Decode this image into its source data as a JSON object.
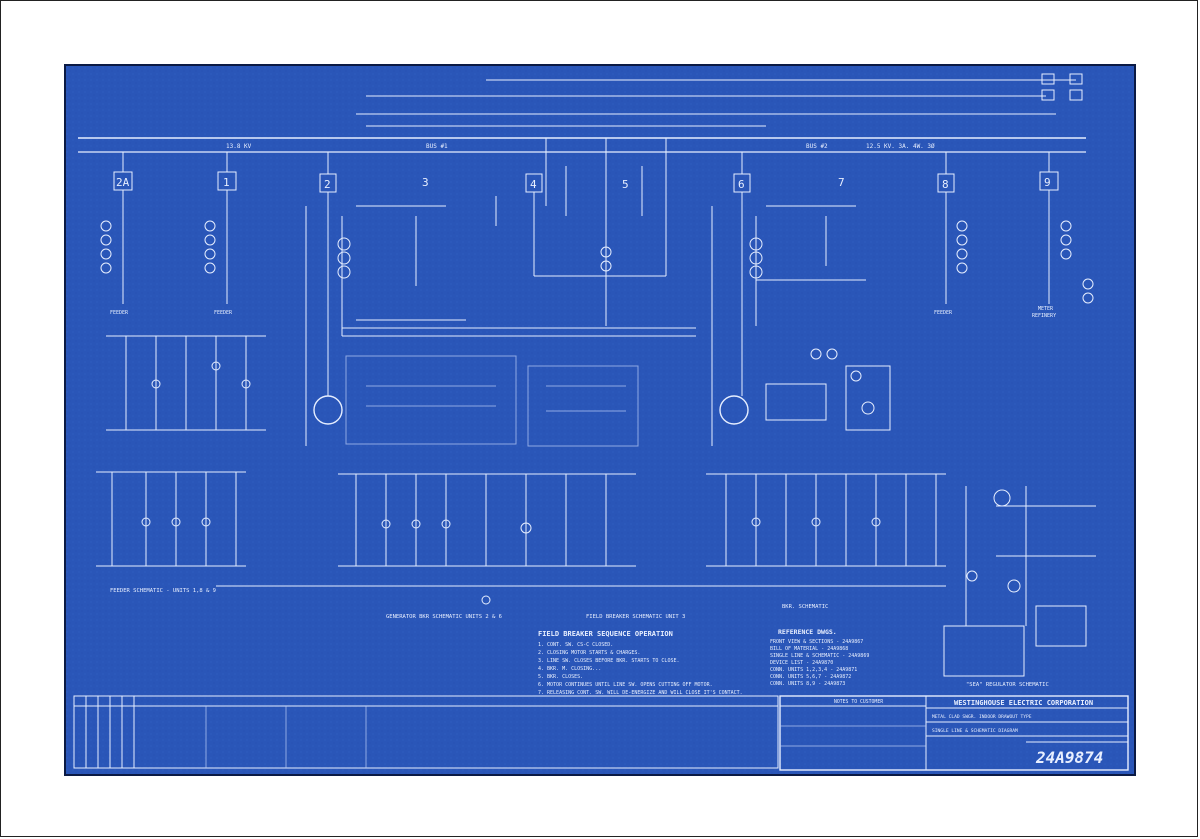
{
  "units": [
    "2A",
    "1",
    "2",
    "3",
    "4",
    "5",
    "6",
    "7",
    "8",
    "9"
  ],
  "feeder_labels": [
    "FEEDER",
    "FEEDER",
    "FEEDER"
  ],
  "meter_labels": [
    "METER",
    "REFINERY"
  ],
  "bus_labels": {
    "top1": "13.8 KV",
    "top2": "BUS #1",
    "top3": "BUS #2",
    "top4": "12.5 KV. 3A. 4W. 3Ø"
  },
  "schematic_captions": [
    "FEEDER SCHEMATIC - UNITS 1,8 & 9",
    "GENERATOR BKR SCHEMATIC UNITS 2 & 6",
    "FIELD BREAKER SCHEMATIC UNIT 3",
    "BKR. SCHEMATIC",
    "\"SEA\" REGULATOR SCHEMATIC"
  ],
  "sequence_title": "FIELD BREAKER SEQUENCE OPERATION",
  "sequence_steps": [
    "1. CONT. SW. CS-C CLOSED.",
    "2. CLOSING MOTOR STARTS & CHARGES.",
    "3. LINE SW. CLOSES BEFORE BKR. STARTS TO CLOSE.",
    "4. BKR. M. CLOSING...",
    "5. BKR. CLOSES.",
    "6. MOTOR CONTINUES UNTIL LINE SW. OPENS CUTTING OFF MOTOR.",
    "7. RELEASING CONT. SW. WILL DE-ENERGIZE AND WILL CLOSE IT'S CONTACT."
  ],
  "reference_title": "REFERENCE DWGS.",
  "reference_lines": [
    "FRONT VIEW & SECTIONS - 24A9867",
    "BILL OF MATERIAL - 24A9868",
    "SINGLE LINE & SCHEMATIC - 24A9869",
    "DEVICE LIST - 24A9870",
    "CONN. UNITS 1,2,3,4 - 24A9871",
    "CONN. UNITS 5,6,7 - 24A9872",
    "CONN. UNITS 8,9 - 24A9873"
  ],
  "title_block": {
    "company": "WESTINGHOUSE ELECTRIC CORPORATION",
    "line1": "METAL CLAD SWGR. INDOOR DRAWOUT TYPE",
    "line2": "SINGLE LINE & SCHEMATIC DIAGRAM",
    "notes_head": "NOTES TO CUSTOMER",
    "drawing_number": "24A9874"
  },
  "colors": {
    "paper": "#2a56b8",
    "ink": "#e6eeff",
    "matte": "#ffffff"
  }
}
